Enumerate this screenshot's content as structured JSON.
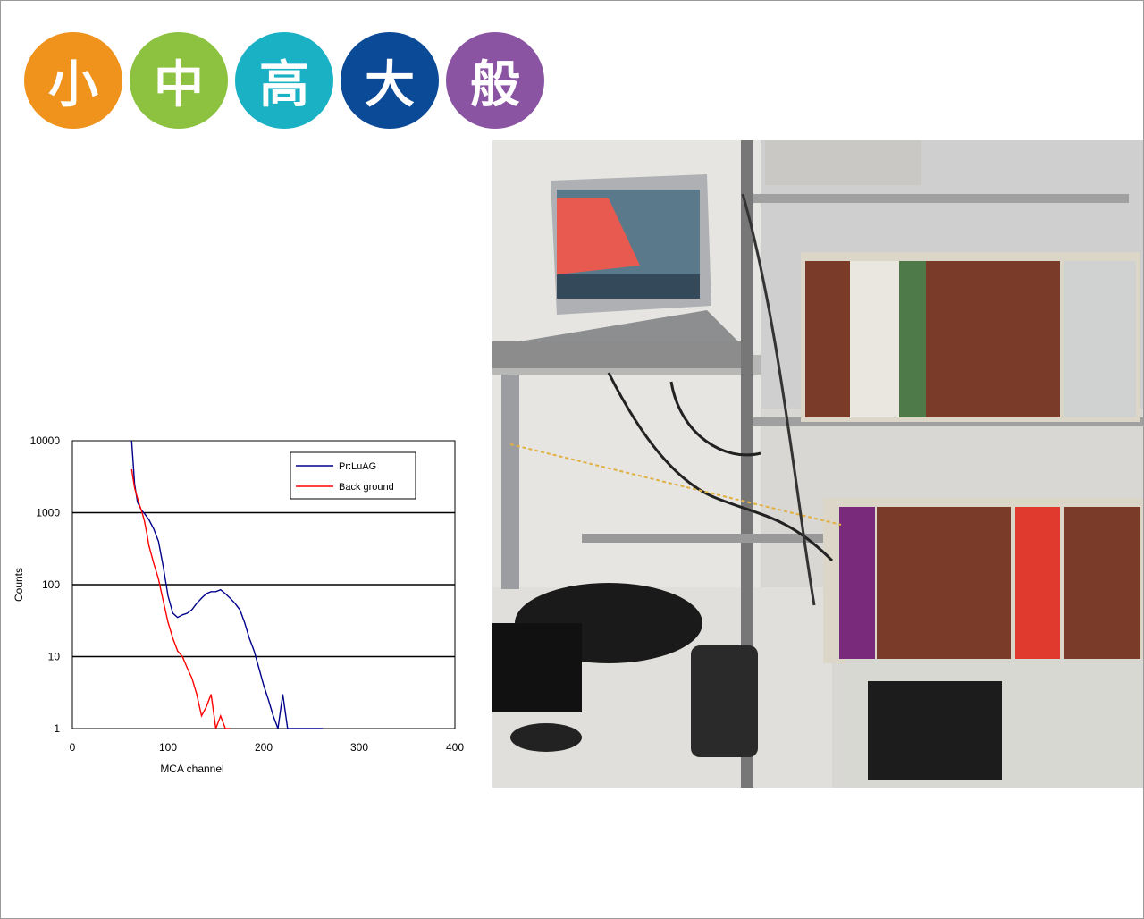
{
  "levels": [
    {
      "label": "小",
      "color": "#f0931c"
    },
    {
      "label": "中",
      "color": "#8cc23f"
    },
    {
      "label": "高",
      "color": "#1ab1c5"
    },
    {
      "label": "大",
      "color": "#0b4a96"
    },
    {
      "label": "般",
      "color": "#8a54a3"
    }
  ],
  "chart_data": {
    "type": "line",
    "xlabel": "MCA channel",
    "ylabel": "Counts",
    "xlim": [
      0,
      400
    ],
    "ylim": [
      1,
      10000
    ],
    "yscale": "log",
    "xticks": [
      0,
      100,
      200,
      300,
      400
    ],
    "yticks": [
      1,
      10,
      100,
      1000,
      10000
    ],
    "ytick_labels": [
      "1",
      "10",
      "100",
      "1000",
      "10000"
    ],
    "grid": "horizontal",
    "legend_position": "top-right",
    "series": [
      {
        "name": "Pr:LuAG",
        "color": "#00008b",
        "x": [
          62,
          65,
          68,
          72,
          76,
          80,
          85,
          90,
          95,
          100,
          105,
          110,
          115,
          120,
          125,
          130,
          135,
          140,
          145,
          150,
          155,
          160,
          165,
          170,
          175,
          180,
          185,
          190,
          195,
          200,
          205,
          210,
          215,
          220,
          225,
          262
        ],
        "y": [
          10000,
          2500,
          1400,
          1100,
          950,
          800,
          600,
          400,
          180,
          70,
          40,
          35,
          38,
          40,
          45,
          55,
          65,
          75,
          80,
          80,
          85,
          75,
          65,
          55,
          45,
          30,
          18,
          12,
          7,
          4,
          2.5,
          1.5,
          1,
          3,
          1,
          1
        ]
      },
      {
        "name": "Back ground",
        "color": "#ff0000",
        "x": [
          62,
          65,
          68,
          70,
          72,
          75,
          78,
          80,
          85,
          90,
          95,
          100,
          105,
          110,
          115,
          120,
          125,
          130,
          135,
          140,
          145,
          150,
          155,
          160,
          165
        ],
        "y": [
          4000,
          2200,
          1600,
          1300,
          1100,
          800,
          500,
          350,
          200,
          120,
          60,
          30,
          18,
          12,
          10,
          7,
          5,
          3,
          1.5,
          2,
          3,
          1,
          1.5,
          1,
          1
        ]
      }
    ]
  },
  "photo": {
    "description_icon": "laboratory-equipment-photo"
  }
}
